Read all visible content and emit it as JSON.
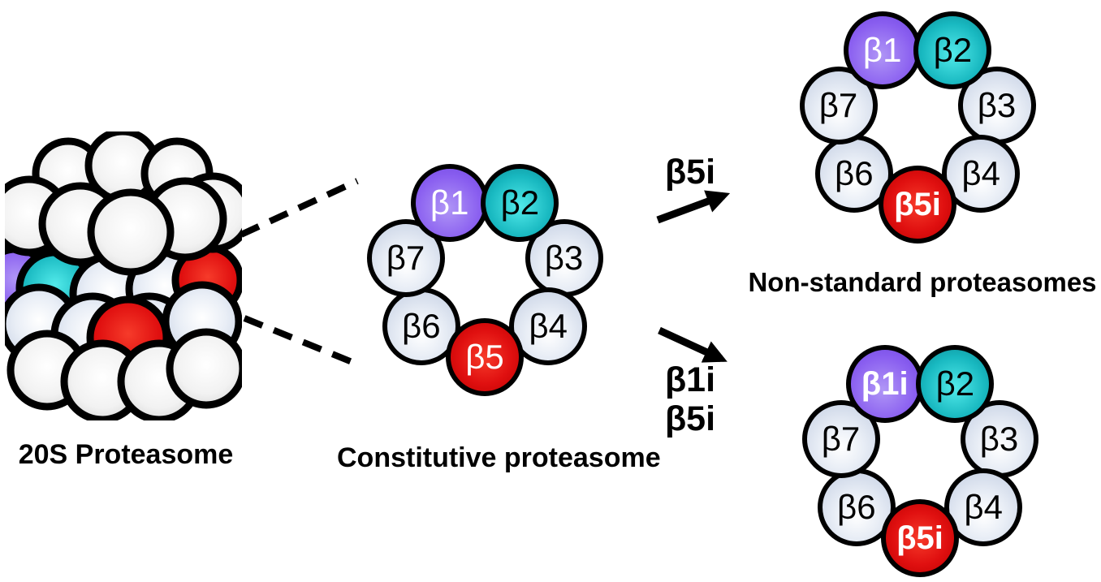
{
  "palette": {
    "outline": "#000000",
    "purple": "#8a5ff0",
    "purple_light": "#b096f6",
    "purple_dark": "#6f45e0",
    "teal": "#18b8c0",
    "teal_light": "#52eaea",
    "teal_dark": "#0d8d96",
    "red": "#e01010",
    "red_light": "#f63b2a",
    "red_dark": "#bd0000",
    "gray_blue": "#c3cee2",
    "gray_blue_light": "#ffffff",
    "sphere_white": "#ffffff",
    "sphere_shade": "#cdcdcd",
    "label_text": "#000000",
    "subunit_text_light": "#ffffff",
    "subunit_text_dark": "#000000"
  },
  "barrel": {
    "label": "20S Proteasome"
  },
  "constitutive": {
    "label": "Constitutive proteasome",
    "subunits": [
      {
        "name": "β1",
        "fill": "purple",
        "text": "light",
        "bold": false
      },
      {
        "name": "β2",
        "fill": "teal",
        "text": "dark",
        "bold": false
      },
      {
        "name": "β3",
        "fill": "gray",
        "text": "dark",
        "bold": false
      },
      {
        "name": "β4",
        "fill": "gray",
        "text": "dark",
        "bold": false
      },
      {
        "name": "β5",
        "fill": "red",
        "text": "light",
        "bold": false
      },
      {
        "name": "β6",
        "fill": "gray",
        "text": "dark",
        "bold": false
      },
      {
        "name": "β7",
        "fill": "gray",
        "text": "dark",
        "bold": false
      }
    ]
  },
  "non_standard": {
    "label": "Non-standard proteasomes",
    "ring_top": {
      "subunits": [
        {
          "name": "β1",
          "fill": "purple",
          "text": "light",
          "bold": false
        },
        {
          "name": "β2",
          "fill": "teal",
          "text": "dark",
          "bold": false
        },
        {
          "name": "β3",
          "fill": "gray",
          "text": "dark",
          "bold": false
        },
        {
          "name": "β4",
          "fill": "gray",
          "text": "dark",
          "bold": false
        },
        {
          "name": "β5i",
          "fill": "red",
          "text": "light",
          "bold": true
        },
        {
          "name": "β6",
          "fill": "gray",
          "text": "dark",
          "bold": false
        },
        {
          "name": "β7",
          "fill": "gray",
          "text": "dark",
          "bold": false
        }
      ]
    },
    "ring_bottom": {
      "subunits": [
        {
          "name": "β1i",
          "fill": "purple",
          "text": "light",
          "bold": true
        },
        {
          "name": "β2",
          "fill": "teal",
          "text": "dark",
          "bold": false
        },
        {
          "name": "β3",
          "fill": "gray",
          "text": "dark",
          "bold": false
        },
        {
          "name": "β4",
          "fill": "gray",
          "text": "dark",
          "bold": false
        },
        {
          "name": "β5i",
          "fill": "red",
          "text": "light",
          "bold": true
        },
        {
          "name": "β6",
          "fill": "gray",
          "text": "dark",
          "bold": false
        },
        {
          "name": "β7",
          "fill": "gray",
          "text": "dark",
          "bold": false
        }
      ]
    }
  },
  "arrows": {
    "top": {
      "label": "β5i"
    },
    "bottom": {
      "labels": [
        "β1i",
        "β5i"
      ]
    }
  }
}
